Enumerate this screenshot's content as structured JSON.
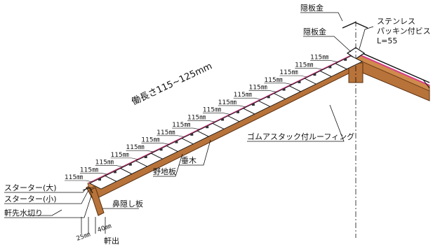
{
  "diagram": {
    "title_labels": {
      "ridge_cover_top": "隠板金",
      "ridge_cover": "隠板金",
      "screw_line1": "ステンレス",
      "screw_line2": "パッキン付ビス",
      "screw_line3": "L=55",
      "working_length": "働長さ115~125mm",
      "underlayment": "ゴムアスタック付ルーフィング",
      "rafter": "垂木",
      "sheathing": "野地板",
      "starter_large": "スターター(大)",
      "starter_small": "スターター(小)",
      "drip_edge": "軒先水切り",
      "fascia": "鼻隠し板",
      "overhang": "軒出",
      "dim_25": "25㎜",
      "dim_40": "40㎜"
    },
    "course_spacing_label": "115㎜",
    "course_count": 17,
    "colors": {
      "wood": "#b8733a",
      "wood_dark": "#8a4f22",
      "roofing": "#d83a8a",
      "shingle_fill": "#ffffff",
      "line": "#111111"
    }
  }
}
